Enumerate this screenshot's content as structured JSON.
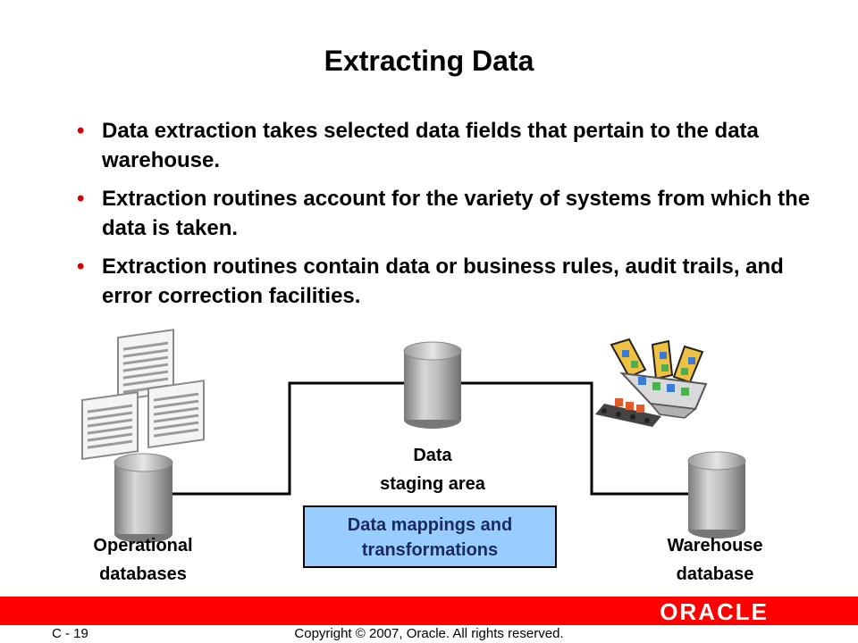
{
  "slide": {
    "title": "Extracting Data",
    "bullets": [
      "Data extraction takes selected data fields that pertain to the data warehouse.",
      "Extraction routines account for the variety of systems from which the data is taken.",
      "Extraction routines contain data or business rules, audit trails, and error correction facilities."
    ],
    "bullet_char": "•"
  },
  "diagram": {
    "operational_label_1": "Operational",
    "operational_label_2": "databases",
    "staging_label_1": "Data",
    "staging_label_2": "staging area",
    "mapping_label_1": "Data mappings and",
    "mapping_label_2": "transformations",
    "warehouse_label_1": "Warehouse",
    "warehouse_label_2": "database",
    "mapping_box_color": "#99ccff",
    "icons": [
      "spreadsheet-icon",
      "database-cylinder-icon",
      "conveyor-hopper-icon"
    ]
  },
  "footer": {
    "slide_number": "C - 19",
    "copyright": "Copyright © 2007, Oracle. All rights reserved.",
    "logo_text": "ORACLE",
    "bar_color": "#ff0000"
  }
}
